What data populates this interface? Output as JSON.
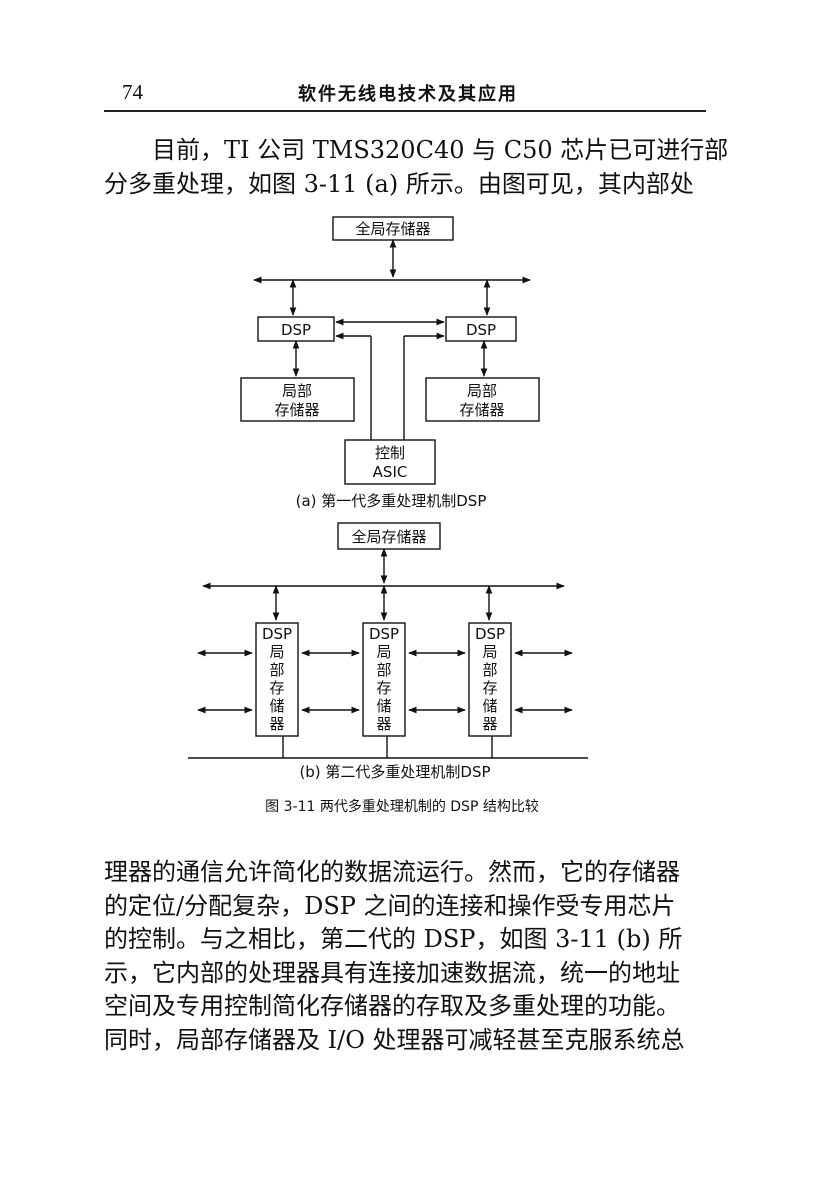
{
  "header": {
    "page_number": "74",
    "title": "软件无线电技术及其应用"
  },
  "intro_paragraph": [
    "目前，TI 公司 TMS320C40 与 C50 芯片已可进行部",
    "分多重处理，如图 3-11 (a) 所示。由图可见，其内部处"
  ],
  "figure": {
    "a": {
      "global_memory": "全局存储器",
      "dsp_left": "DSP",
      "dsp_right": "DSP",
      "local_left_1": "局部",
      "local_left_2": "存储器",
      "local_right_1": "局部",
      "local_right_2": "存储器",
      "control_1": "控制",
      "control_2": "ASIC",
      "caption": "(a) 第一代多重处理机制DSP"
    },
    "b": {
      "global_memory": "全局存储器",
      "module_labels": [
        "DSP",
        "局",
        "部",
        "存",
        "储",
        "器"
      ],
      "caption": "(b) 第二代多重处理机制DSP"
    },
    "caption": "图 3-11    两代多重处理机制的 DSP 结构比较"
  },
  "body_paragraph": [
    "理器的通信允许简化的数据流运行。然而，它的存储器",
    "的定位/分配复杂，DSP 之间的连接和操作受专用芯片",
    "的控制。与之相比，第二代的 DSP，如图 3-11 (b) 所",
    "示，它内部的处理器具有连接加速数据流，统一的地址",
    "空间及专用控制简化存储器的存取及多重处理的功能。",
    "同时，局部存储器及 I/O 处理器可减轻甚至克服系统总"
  ]
}
